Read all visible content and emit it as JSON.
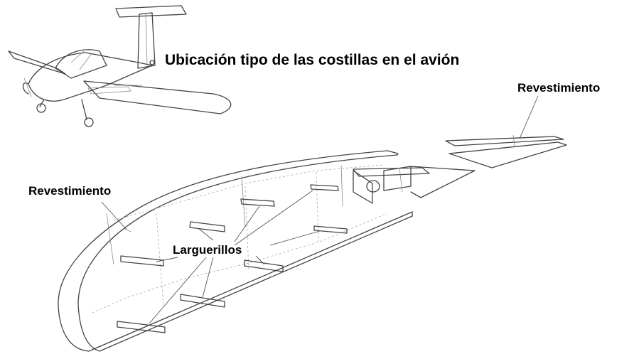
{
  "title": "Ubicación tipo de las costillas en el avión",
  "labels": {
    "skin_right": "Revestimiento",
    "skin_left": "Revestimiento",
    "stringers": "Larguerillos"
  },
  "colors": {
    "line": "#444444",
    "background": "#ffffff"
  }
}
